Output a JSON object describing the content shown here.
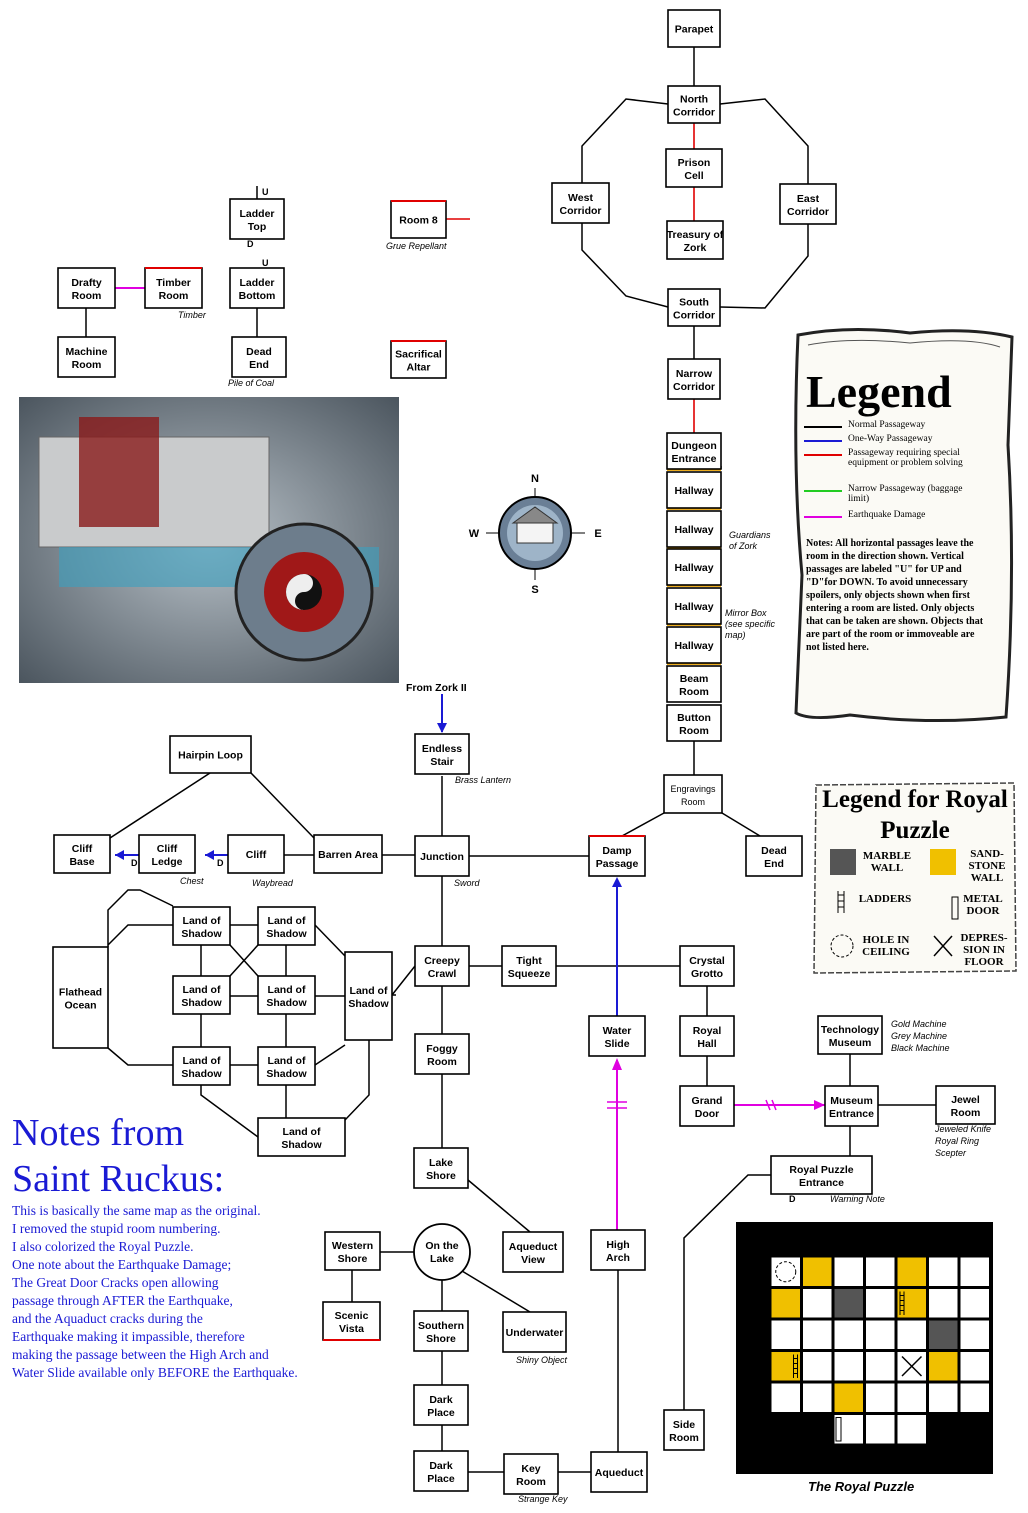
{
  "rooms": [
    {
      "id": "parapet",
      "label": "Parapet"
    },
    {
      "id": "north-corridor",
      "label": "North Corridor"
    },
    {
      "id": "prison-cell",
      "label": "Prison Cell"
    },
    {
      "id": "west-corridor",
      "label": "West Corridor"
    },
    {
      "id": "east-corridor",
      "label": "East Corridor"
    },
    {
      "id": "treasury-of-zork",
      "label": "Treasury of Zork"
    },
    {
      "id": "south-corridor",
      "label": "South Corridor"
    },
    {
      "id": "narrow-corridor",
      "label": "Narrow Corridor"
    },
    {
      "id": "dungeon-entrance",
      "label": "Dungeon Entrance"
    },
    {
      "id": "hallway-1",
      "label": "Hallway"
    },
    {
      "id": "hallway-2",
      "label": "Hallway"
    },
    {
      "id": "hallway-3",
      "label": "Hallway"
    },
    {
      "id": "hallway-4",
      "label": "Hallway"
    },
    {
      "id": "hallway-5",
      "label": "Hallway"
    },
    {
      "id": "beam-room",
      "label": "Beam Room"
    },
    {
      "id": "button-room",
      "label": "Button Room"
    },
    {
      "id": "engravings-room",
      "label": "Engravings Room"
    },
    {
      "id": "damp-passage",
      "label": "Damp Passage"
    },
    {
      "id": "dead-end-east",
      "label": "Dead End"
    },
    {
      "id": "ladder-top",
      "label": "Ladder Top"
    },
    {
      "id": "ladder-bottom",
      "label": "Ladder Bottom"
    },
    {
      "id": "drafty-room",
      "label": "Drafty Room"
    },
    {
      "id": "timber-room",
      "label": "Timber Room"
    },
    {
      "id": "machine-room",
      "label": "Machine Room"
    },
    {
      "id": "dead-end-west",
      "label": "Dead End"
    },
    {
      "id": "room-8",
      "label": "Room 8"
    },
    {
      "id": "sacrifical-altar",
      "label": "Sacrifical Altar"
    },
    {
      "id": "hairpin-loop",
      "label": "Hairpin Loop"
    },
    {
      "id": "endless-stair",
      "label": "Endless Stair"
    },
    {
      "id": "cliff-base",
      "label": "Cliff Base"
    },
    {
      "id": "cliff-ledge",
      "label": "Cliff Ledge"
    },
    {
      "id": "cliff",
      "label": "Cliff"
    },
    {
      "id": "barren-area",
      "label": "Barren Area"
    },
    {
      "id": "junction",
      "label": "Junction"
    },
    {
      "id": "los-1",
      "label": "Land of Shadow"
    },
    {
      "id": "los-2",
      "label": "Land of Shadow"
    },
    {
      "id": "los-3",
      "label": "Land of Shadow"
    },
    {
      "id": "los-4",
      "label": "Land of Shadow"
    },
    {
      "id": "los-5",
      "label": "Land of Shadow"
    },
    {
      "id": "los-6",
      "label": "Land of Shadow"
    },
    {
      "id": "los-7",
      "label": "Land of Shadow"
    },
    {
      "id": "los-8",
      "label": "Land of Shadow"
    },
    {
      "id": "flathead-ocean",
      "label": "Flathead Ocean"
    },
    {
      "id": "creepy-crawl",
      "label": "Creepy Crawl"
    },
    {
      "id": "tight-squeeze",
      "label": "Tight Squeeze"
    },
    {
      "id": "crystal-grotto",
      "label": "Crystal Grotto"
    },
    {
      "id": "foggy-room",
      "label": "Foggy Room"
    },
    {
      "id": "water-slide",
      "label": "Water Slide"
    },
    {
      "id": "royal-hall",
      "label": "Royal Hall"
    },
    {
      "id": "technology-museum",
      "label": "Technology Museum"
    },
    {
      "id": "grand-door",
      "label": "Grand Door"
    },
    {
      "id": "museum-entrance",
      "label": "Museum Entrance"
    },
    {
      "id": "jewel-room",
      "label": "Jewel Room"
    },
    {
      "id": "lake-shore",
      "label": "Lake Shore"
    },
    {
      "id": "royal-puzzle-entrance",
      "label": "Royal Puzzle Entrance"
    },
    {
      "id": "aqueduct-view",
      "label": "Aqueduct View"
    },
    {
      "id": "western-shore",
      "label": "Western Shore"
    },
    {
      "id": "on-the-lake",
      "label": "On the Lake"
    },
    {
      "id": "high-arch",
      "label": "High Arch"
    },
    {
      "id": "scenic-vista",
      "label": "Scenic Vista"
    },
    {
      "id": "southern-shore",
      "label": "Southern Shore"
    },
    {
      "id": "underwater",
      "label": "Underwater"
    },
    {
      "id": "dark-place-1",
      "label": "Dark Place"
    },
    {
      "id": "dark-place-2",
      "label": "Dark Place"
    },
    {
      "id": "key-room",
      "label": "Key Room"
    },
    {
      "id": "aqueduct",
      "label": "Aqueduct"
    },
    {
      "id": "side-room",
      "label": "Side Room"
    }
  ],
  "item_labels": {
    "grue_repellant": "Grue Repellant",
    "timber": "Timber",
    "pile_of_coal": "Pile of Coal",
    "guardians": "Guardians of Zork",
    "mirror_box": "Mirror Box (see specific map)",
    "brass_lantern": "Brass Lantern",
    "sword": "Sword",
    "chest": "Chest",
    "waybread": "Waybread",
    "from_zork_ii": "From Zork II",
    "museum_items": "Gold Machine Grey Machine Black Machine",
    "jewel_items": "Jeweled Knife Royal Ring Scepter",
    "warning_note": "Warning Note",
    "shiny_object": "Shiny Object",
    "strange_key": "Strange Key",
    "royal_puzzle_caption": "The Royal Puzzle"
  },
  "direction_labels": {
    "up": "U",
    "down": "D",
    "north": "N",
    "south": "S",
    "east": "E",
    "west": "W"
  },
  "legend": {
    "title": "Legend",
    "items": [
      {
        "label": "Normal Passageway",
        "color": "#000000"
      },
      {
        "label": "One-Way Passageway",
        "color": "#1a1ad4"
      },
      {
        "label": "Passageway requiring special equipment or problem solving",
        "color": "#e00000"
      },
      {
        "label": "Narrow Passageway (baggage limit)",
        "color": "#22cc22"
      },
      {
        "label": "Earthquake Damage",
        "color": "#e000e0"
      }
    ],
    "notes": "Notes: All horizontal passages leave the room in the direction shown. Vertical passages are labeled \"U\" for UP and \"D\"for DOWN. To avoid unnecessary spoilers, only objects shown when first entering a room are listed. Only objects that can be taken are shown. Objects that are part of the room or immoveable are not listed here."
  },
  "royal_legend": {
    "title": "Legend for Royal Puzzle",
    "marble_wall": "MARBLE WALL",
    "sandstone_wall": "SAND-STONE WALL",
    "ladders": "LADDERS",
    "metal_door": "METAL DOOR",
    "hole_in_ceiling": "HOLE IN CEILING",
    "depression": "DEPRES-SION IN FLOOR",
    "colors": {
      "marble": "#555555",
      "sandstone": "#f0c000"
    }
  },
  "notes": {
    "title": "Notes from Saint Ruckus:",
    "lines": [
      "This is basically the same map as the original.",
      "I removed the stupid room numbering.",
      "I also colorized the Royal Puzzle.",
      "One note about the Earthquake Damage;",
      "The Great Door Cracks open allowing",
      "passage through AFTER the Earthquake,",
      "and the Aquaduct cracks during the",
      "Earthquake making it impassible, therefore",
      "making the passage between the High Arch and",
      "Water Slide available only BEFORE the Earthquake."
    ]
  },
  "royal_puzzle_grid": [
    [
      "hole",
      "sand",
      "",
      "",
      "sand",
      "",
      ""
    ],
    [
      "sand",
      "",
      "marble",
      "",
      "sand-ladder",
      "",
      ""
    ],
    [
      "",
      "",
      "",
      "",
      "",
      "marble",
      ""
    ],
    [
      "sand-ladder",
      "",
      "",
      "",
      "x",
      "sand",
      ""
    ],
    [
      "",
      "",
      "sand",
      "",
      "",
      "",
      ""
    ],
    [
      "",
      "",
      "door",
      "",
      "",
      "",
      ""
    ]
  ]
}
